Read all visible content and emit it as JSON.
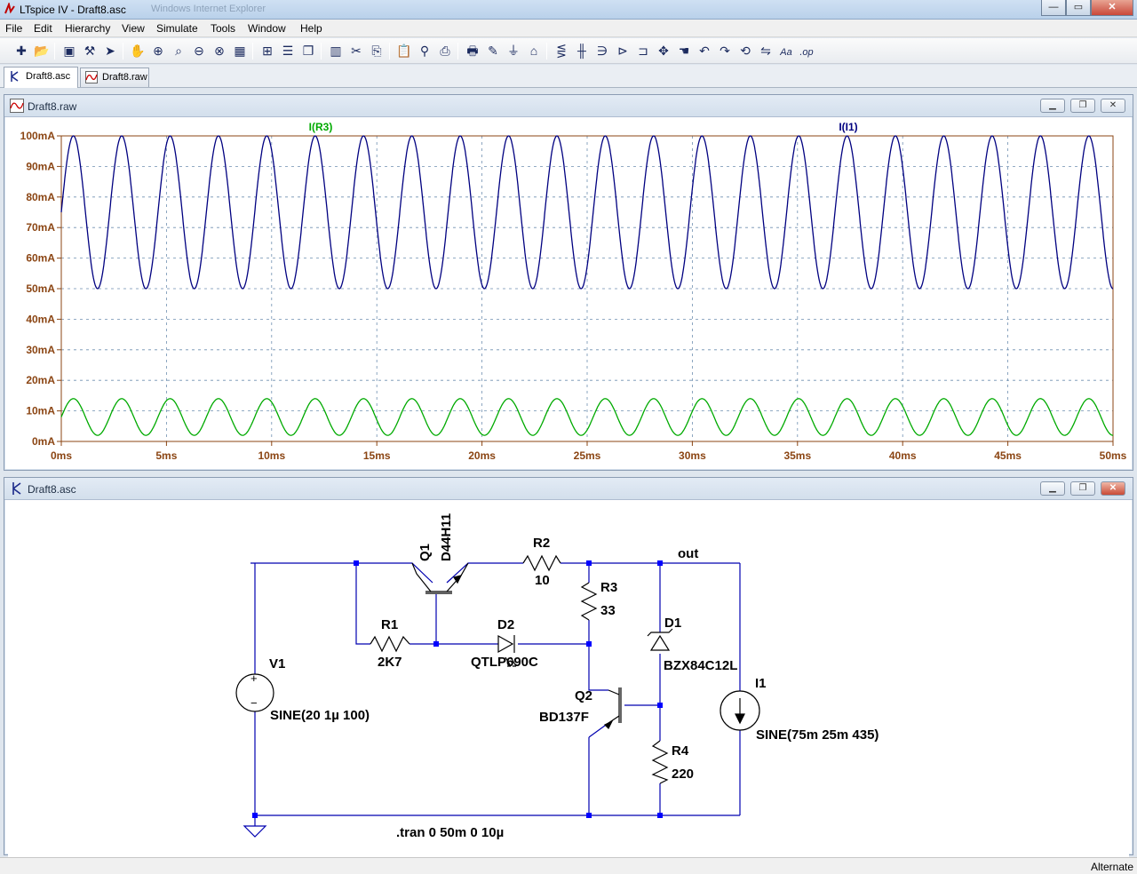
{
  "window": {
    "title": "LTspice IV - Draft8.asc",
    "ghost_title": "Windows Internet Explorer",
    "min_label": "—",
    "max_label": "▭",
    "close_label": "✕"
  },
  "menu": [
    "File",
    "Edit",
    "Hierarchy",
    "View",
    "Simulate",
    "Tools",
    "Window",
    "Help"
  ],
  "toolbar_icons": [
    "new-schematic-icon",
    "open-icon",
    "save-icon",
    "control-panel-icon",
    "run-icon",
    "halt-icon",
    "zoom-in-icon",
    "zoom-pan-icon",
    "zoom-out-icon",
    "zoom-fit-icon",
    "autorange-icon",
    "grid-icon",
    "tile-horizontal-icon",
    "cascade-icon",
    "tile-vertical-icon",
    "cut-icon",
    "copy-icon",
    "paste-icon",
    "find-icon",
    "print-preview-icon",
    "print-icon",
    "draw-wire-icon",
    "ground-icon",
    "label-net-icon",
    "resistor-icon",
    "capacitor-icon",
    "inductor-icon",
    "diode-icon",
    "component-icon",
    "move-icon",
    "drag-icon",
    "undo-icon",
    "redo-icon",
    "rotate-icon",
    "mirror-icon",
    "text-icon",
    "spice-directive-icon"
  ],
  "tabs": [
    {
      "label": "Draft8.asc",
      "icon": "schematic-icon",
      "active": true
    },
    {
      "label": "Draft8.raw",
      "icon": "waveform-icon",
      "active": false
    }
  ],
  "plot_window": {
    "title": "Draft8.raw",
    "traces": [
      {
        "name": "I(R3)",
        "color": "#00aa00"
      },
      {
        "name": "I(I1)",
        "color": "#000080"
      }
    ]
  },
  "chart_data": {
    "type": "line",
    "title": "",
    "xlabel": "",
    "ylabel": "",
    "x_ticks": [
      "0ms",
      "5ms",
      "10ms",
      "15ms",
      "20ms",
      "25ms",
      "30ms",
      "35ms",
      "40ms",
      "45ms",
      "50ms"
    ],
    "y_ticks": [
      "0mA",
      "10mA",
      "20mA",
      "30mA",
      "40mA",
      "50mA",
      "60mA",
      "70mA",
      "80mA",
      "90mA",
      "100mA"
    ],
    "xlim": [
      0,
      50
    ],
    "ylim": [
      0,
      100
    ],
    "grid": true,
    "legend": "top",
    "series": [
      {
        "name": "I(R3)",
        "color": "#00aa00",
        "offset_mA": 8,
        "amplitude_mA": 6,
        "frequency_hz": 435,
        "phase_deg": 0
      },
      {
        "name": "I(I1)",
        "color": "#000080",
        "offset_mA": 75,
        "amplitude_mA": 25,
        "frequency_hz": 435,
        "phase_deg": 0
      }
    ]
  },
  "schematic_window": {
    "title": "Draft8.asc",
    "labels": {
      "q1_name": "Q1",
      "q1_value": "D44H11",
      "r2_name": "R2",
      "r2_value": "10",
      "out_label": "out",
      "r3_name": "R3",
      "r3_value": "33",
      "r1_name": "R1",
      "r1_value": "2K7",
      "d2_name": "D2",
      "d2_value": "QTLP690C",
      "d1_name": "D1",
      "d1_value": "BZX84C12L",
      "v1_name": "V1",
      "v1_value": "SINE(20 1µ 100)",
      "q2_name": "Q2",
      "q2_value": "BD137F",
      "i1_name": "I1",
      "i1_value": "SINE(75m 25m 435)",
      "r4_name": "R4",
      "r4_value": "220",
      "directive": ".tran 0 50m 0 10µ",
      "v1_plus": "+",
      "v1_minus": "−"
    }
  },
  "status": {
    "right_text": "Alternate"
  },
  "colors": {
    "plot_frame": "#8b4513",
    "grid": "#6f8fb0",
    "axis_text": "#8b4513",
    "wire": "#0000b0",
    "junction": "#0000ff"
  }
}
